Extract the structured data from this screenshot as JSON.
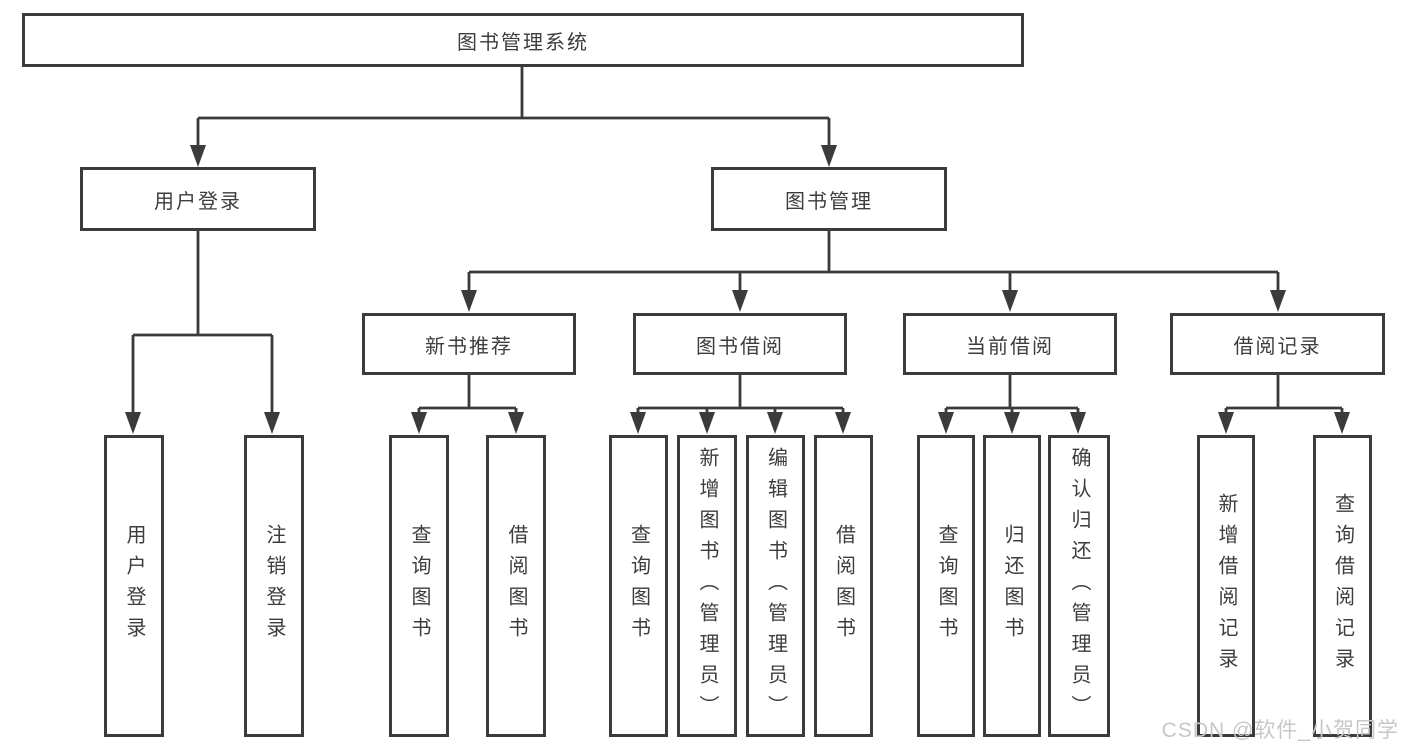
{
  "colors": {
    "background": "#ffffff",
    "line": "#3b3b3b",
    "box_border": "#3b3b3b",
    "text": "#3d3d3d",
    "watermark": "#c9c6c6"
  },
  "diagram": {
    "root": {
      "label": "图书管理系统"
    },
    "branches": [
      {
        "label": "用户登录",
        "children": [
          {
            "label": "用户登录"
          },
          {
            "label": "注销登录"
          }
        ]
      },
      {
        "label": "图书管理",
        "groups": [
          {
            "label": "新书推荐",
            "children": [
              {
                "label": "查询图书"
              },
              {
                "label": "借阅图书"
              }
            ]
          },
          {
            "label": "图书借阅",
            "children": [
              {
                "label": "查询图书"
              },
              {
                "label": "新增图书（管理员）"
              },
              {
                "label": "编辑图书（管理员）"
              },
              {
                "label": "借阅图书"
              }
            ]
          },
          {
            "label": "当前借阅",
            "children": [
              {
                "label": "查询图书"
              },
              {
                "label": "归还图书"
              },
              {
                "label": "确认归还（管理员）"
              }
            ]
          },
          {
            "label": "借阅记录",
            "children": [
              {
                "label": "新增借阅记录"
              },
              {
                "label": "查询借阅记录"
              }
            ]
          }
        ]
      }
    ]
  },
  "watermark": {
    "text": "CSDN @软件_小贺同学"
  }
}
